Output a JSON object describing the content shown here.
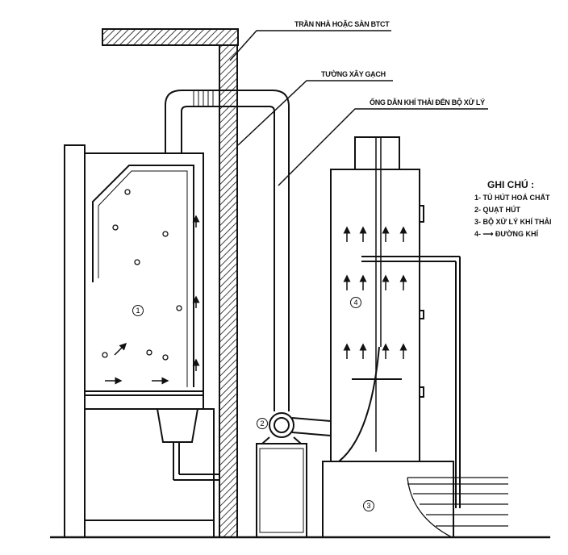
{
  "labels": {
    "ceiling": "TRẦN NHÀ HOẶC SÀN BTCT",
    "wall": "TƯỜNG XÂY GẠCH",
    "duct": "ỐNG DẪN KHÍ THẢI ĐẾN BỘ XỬ LÝ"
  },
  "legend": {
    "title": "GHI CHÚ :",
    "items": [
      "1- TỦ HÚT HOÁ CHẤT",
      "2- QUẠT HÚT",
      "3- BỘ XỬ LÝ KHÍ THẢI",
      "4- ⟶ ĐƯỜNG KHÍ"
    ]
  },
  "markers": [
    "1",
    "2",
    "3",
    "4"
  ]
}
